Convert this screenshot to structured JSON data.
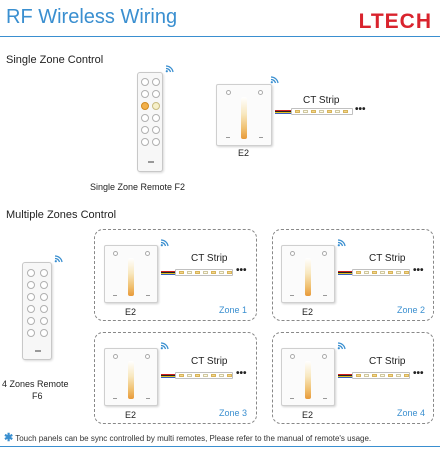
{
  "header": {
    "title": "RF Wireless Wiring",
    "logo": "LTECH"
  },
  "single": {
    "section_title": "Single Zone Control",
    "remote_label": "Single Zone Remote F2",
    "panel_label": "E2",
    "strip_label": "CT Strip",
    "ellipsis": "•••"
  },
  "multiple": {
    "section_title": "Multiple Zones Control",
    "remote_label_line1": "4 Zones Remote",
    "remote_label_line2": "F6",
    "zones": [
      {
        "panel_label": "E2",
        "strip_label": "CT Strip",
        "zone_label": "Zone 1",
        "ellipsis": "•••"
      },
      {
        "panel_label": "E2",
        "strip_label": "CT Strip",
        "zone_label": "Zone 2",
        "ellipsis": "•••"
      },
      {
        "panel_label": "E2",
        "strip_label": "CT Strip",
        "zone_label": "Zone 3",
        "ellipsis": "•••"
      },
      {
        "panel_label": "E2",
        "strip_label": "CT Strip",
        "zone_label": "Zone 4",
        "ellipsis": "•••"
      }
    ]
  },
  "footnote": {
    "star": "✱",
    "text": "Touch panels can be sync controlled by multi remotes, Please refer to the manual of remote's usage."
  },
  "icons": [
    "wireless-signal-icon"
  ],
  "colors": {
    "accent": "#3a8fd0",
    "brand": "#d9232d",
    "led_warm": "#f4d58a",
    "slider_warm": "#e89a3a"
  }
}
